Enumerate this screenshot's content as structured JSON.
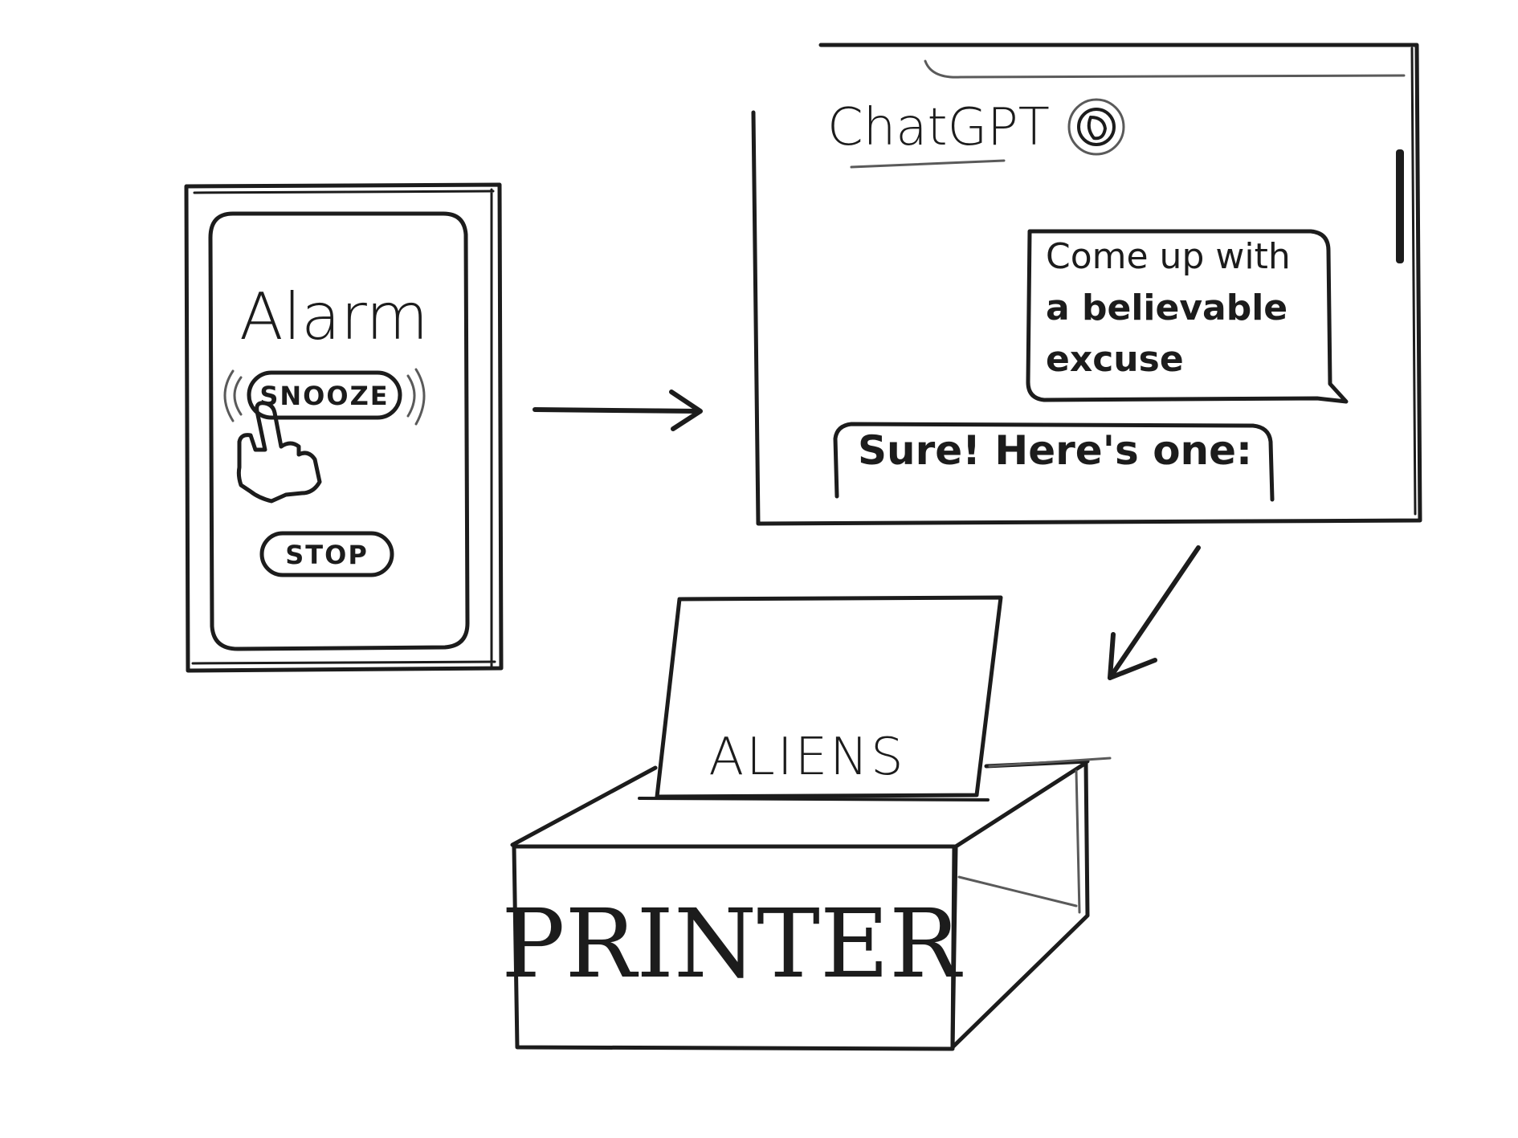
{
  "phone": {
    "title": "Alarm",
    "snooze_label": "SNOOZE",
    "stop_label": "STOP"
  },
  "chat": {
    "title": "ChatGPT",
    "user_message": [
      "Come up with",
      "a believable",
      "excuse"
    ],
    "assistant_message": "Sure! Here's one:"
  },
  "printer": {
    "label": "PRINTER",
    "paper_text": "ALIENS"
  },
  "icons": [
    "hand-pointer-icon",
    "chatgpt-logo-icon",
    "arrow-right-icon",
    "arrow-down-left-icon"
  ],
  "colors": {
    "ink": "#1c1c1c",
    "paper": "#ffffff"
  }
}
